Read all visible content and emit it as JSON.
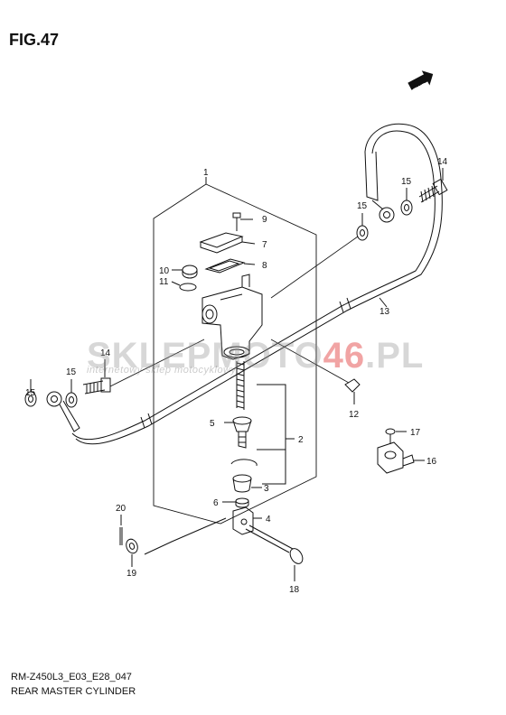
{
  "figure": {
    "title": "FIG.47"
  },
  "fwd_label": "FWD",
  "callouts": [
    {
      "id": "c1",
      "label": "1"
    },
    {
      "id": "c9",
      "label": "9"
    },
    {
      "id": "c7",
      "label": "7"
    },
    {
      "id": "c8",
      "label": "8"
    },
    {
      "id": "c10",
      "label": "10"
    },
    {
      "id": "c11",
      "label": "11"
    },
    {
      "id": "c2",
      "label": "2"
    },
    {
      "id": "c5",
      "label": "5"
    },
    {
      "id": "c3",
      "label": "3"
    },
    {
      "id": "c6",
      "label": "6"
    },
    {
      "id": "c4",
      "label": "4"
    },
    {
      "id": "c12",
      "label": "12"
    },
    {
      "id": "c13",
      "label": "13"
    },
    {
      "id": "c14a",
      "label": "14"
    },
    {
      "id": "c15a",
      "label": "15"
    },
    {
      "id": "c15b",
      "label": "15"
    },
    {
      "id": "c14b",
      "label": "14"
    },
    {
      "id": "c15c",
      "label": "15"
    },
    {
      "id": "c15d",
      "label": "15"
    },
    {
      "id": "c16",
      "label": "16"
    },
    {
      "id": "c17",
      "label": "17"
    },
    {
      "id": "c18",
      "label": "18"
    },
    {
      "id": "c19",
      "label": "19"
    },
    {
      "id": "c20",
      "label": "20"
    }
  ],
  "watermark": {
    "brand_a": "SKLEPMOTO",
    "brand_b": "46",
    "brand_c": ".PL",
    "tagline": "internetowy sklep motocyklowy"
  },
  "footer": {
    "code": "RM-Z450L3_E03_E28_047",
    "name": "REAR MASTER CYLINDER"
  }
}
